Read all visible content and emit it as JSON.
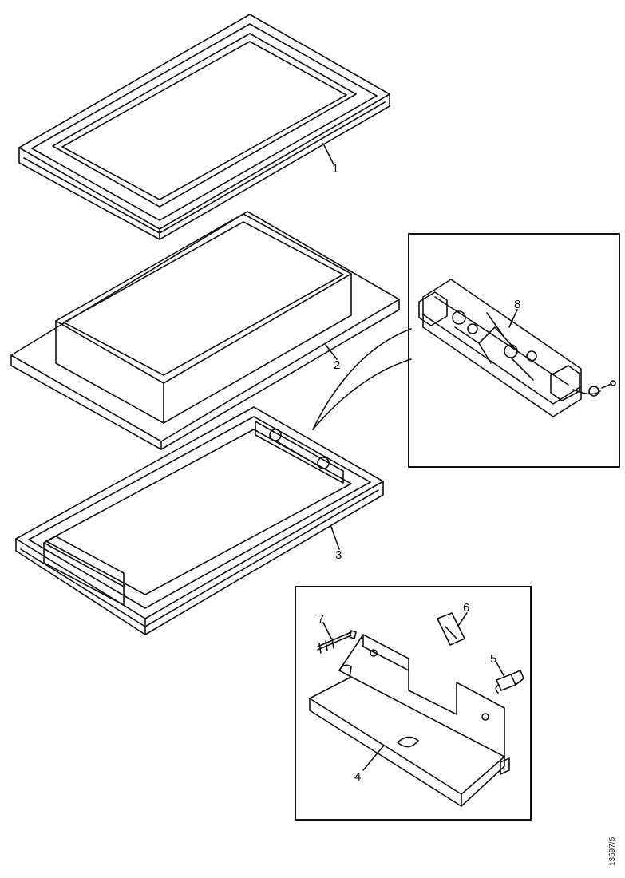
{
  "diagram": {
    "parts": [
      {
        "number": "1"
      },
      {
        "number": "2"
      },
      {
        "number": "3"
      },
      {
        "number": "4"
      },
      {
        "number": "5"
      },
      {
        "number": "6"
      },
      {
        "number": "7"
      },
      {
        "number": "8"
      }
    ],
    "figure_code": "13597/5",
    "colors": {
      "line": "#111111",
      "background": "#ffffff"
    }
  }
}
